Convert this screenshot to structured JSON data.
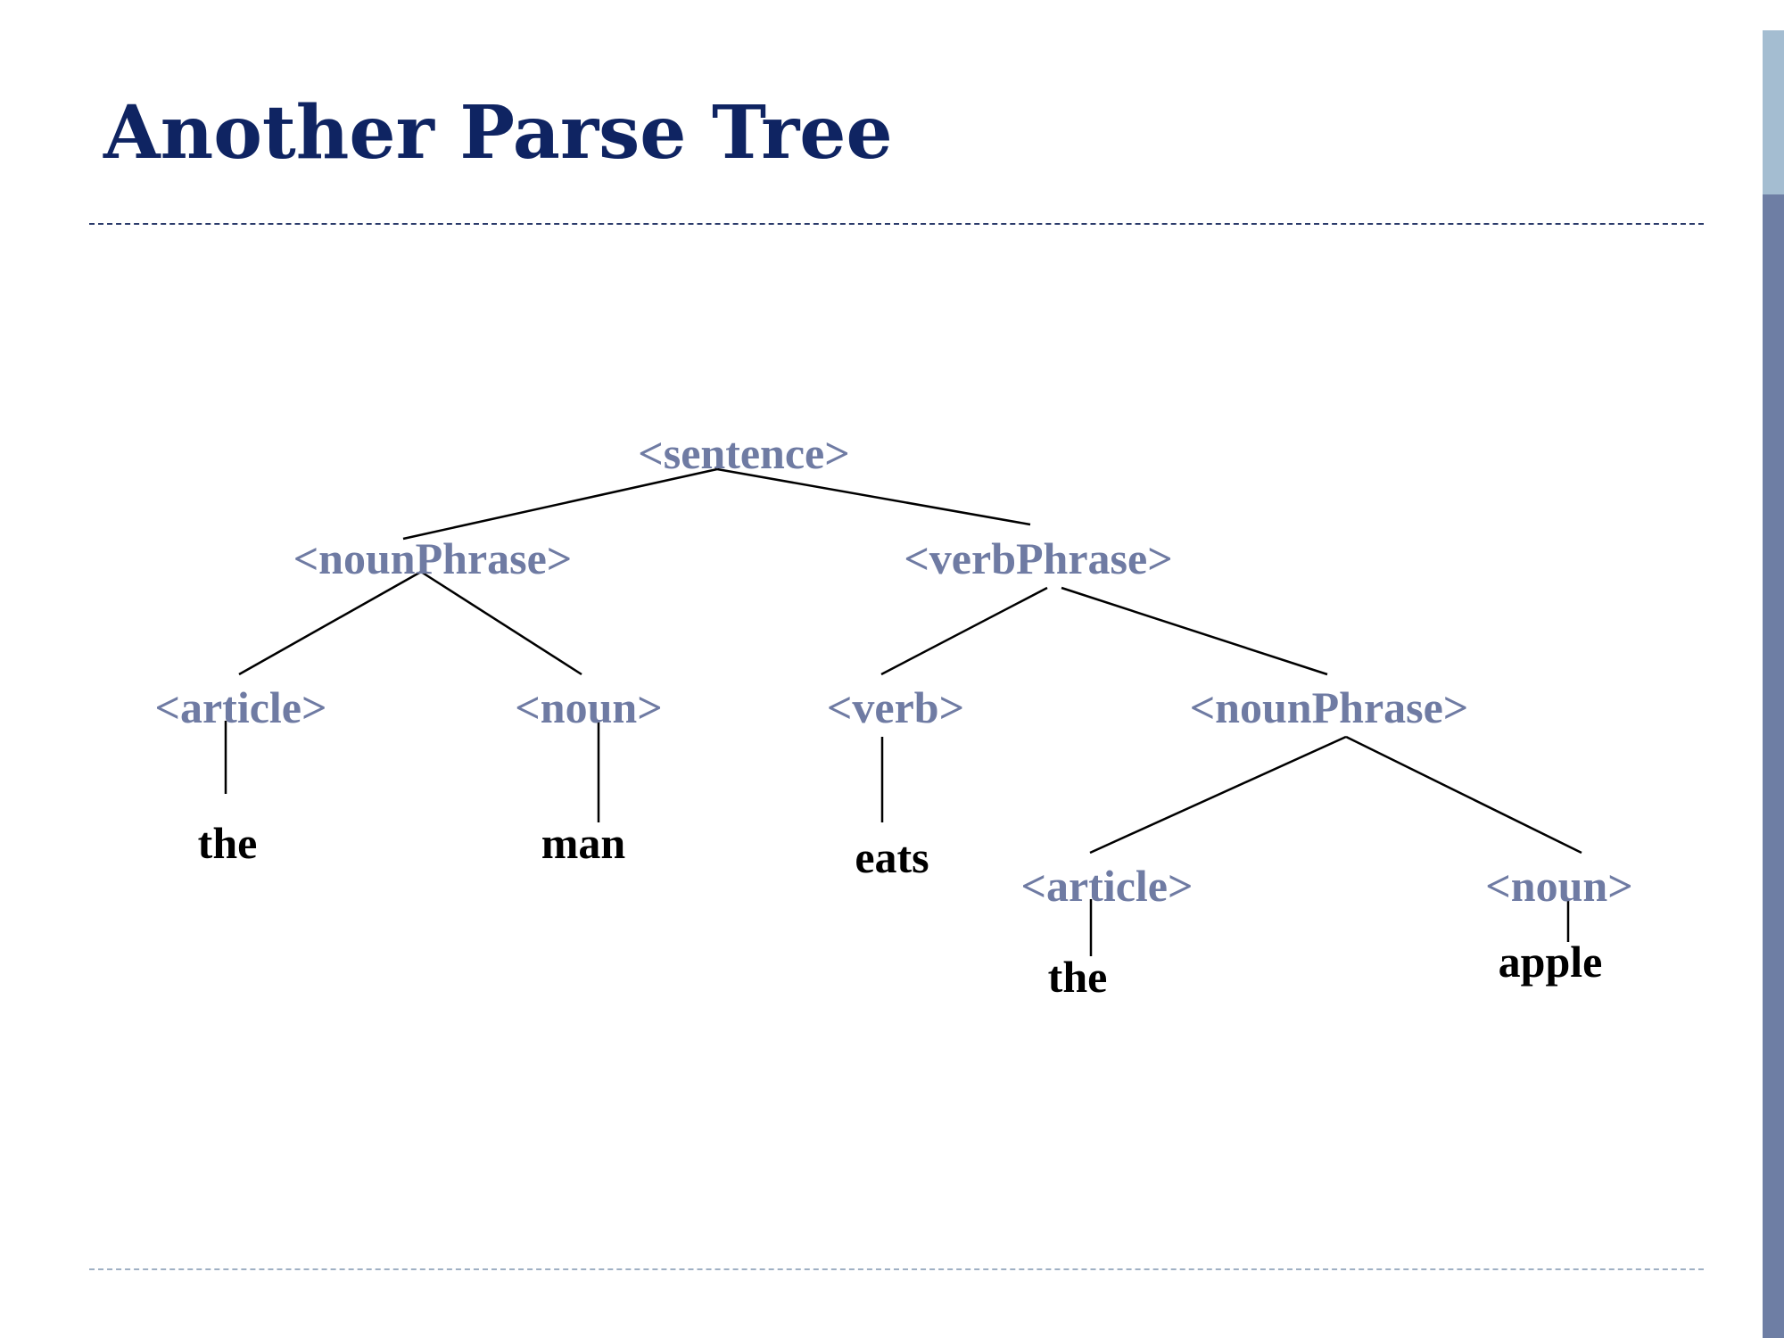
{
  "slide": {
    "title": "Another Parse Tree"
  },
  "colors": {
    "title": "#0f2462",
    "nonterminal": "#6f7ba3",
    "terminal": "#000000",
    "sidebar_light": "#a4bdd1",
    "sidebar_dark": "#6e7ea4"
  },
  "tree": {
    "nodes": [
      {
        "id": "sentence",
        "label": "<sentence>",
        "kind": "nonterminal"
      },
      {
        "id": "np1",
        "label": "<nounPhrase>",
        "kind": "nonterminal"
      },
      {
        "id": "vp",
        "label": "<verbPhrase>",
        "kind": "nonterminal"
      },
      {
        "id": "art1",
        "label": "<article>",
        "kind": "nonterminal"
      },
      {
        "id": "noun1",
        "label": "<noun>",
        "kind": "nonterminal"
      },
      {
        "id": "verb",
        "label": "<verb>",
        "kind": "nonterminal"
      },
      {
        "id": "np2",
        "label": "<nounPhrase>",
        "kind": "nonterminal"
      },
      {
        "id": "the1",
        "label": "the",
        "kind": "terminal"
      },
      {
        "id": "man",
        "label": "man",
        "kind": "terminal"
      },
      {
        "id": "eats",
        "label": "eats",
        "kind": "terminal"
      },
      {
        "id": "art2",
        "label": "<article>",
        "kind": "nonterminal"
      },
      {
        "id": "noun2",
        "label": "<noun>",
        "kind": "nonterminal"
      },
      {
        "id": "the2",
        "label": "the",
        "kind": "terminal"
      },
      {
        "id": "apple",
        "label": "apple",
        "kind": "terminal"
      }
    ],
    "edges": [
      [
        "sentence",
        "np1"
      ],
      [
        "sentence",
        "vp"
      ],
      [
        "np1",
        "art1"
      ],
      [
        "np1",
        "noun1"
      ],
      [
        "vp",
        "verb"
      ],
      [
        "vp",
        "np2"
      ],
      [
        "art1",
        "the1"
      ],
      [
        "noun1",
        "man"
      ],
      [
        "verb",
        "eats"
      ],
      [
        "np2",
        "art2"
      ],
      [
        "np2",
        "noun2"
      ],
      [
        "art2",
        "the2"
      ],
      [
        "noun2",
        "apple"
      ]
    ]
  }
}
